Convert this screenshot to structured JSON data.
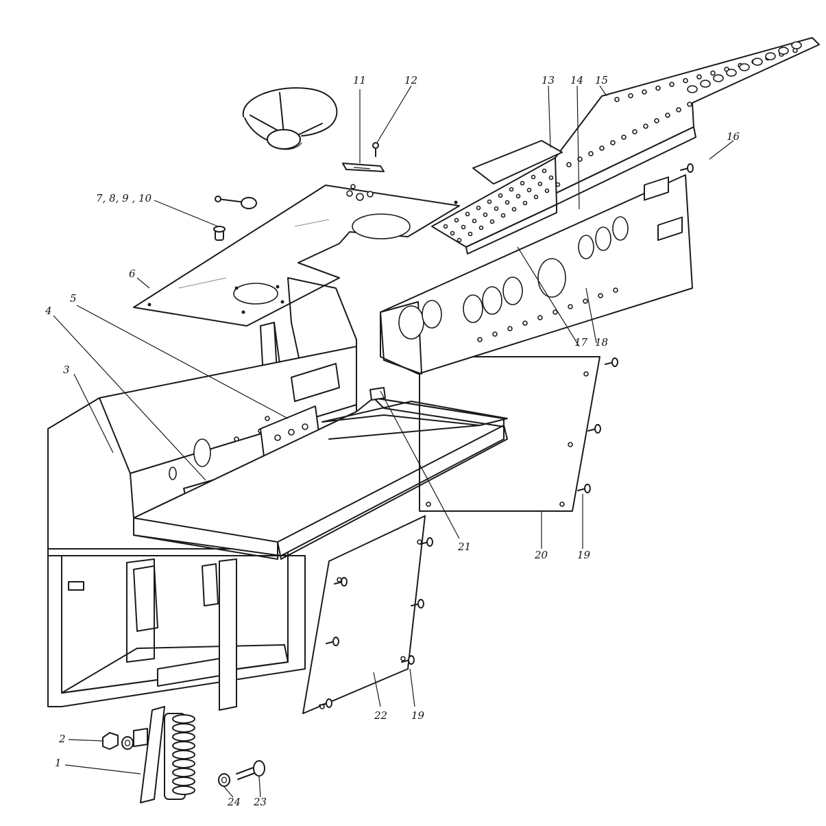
{
  "labels": [
    {
      "id": "1",
      "text": "1"
    },
    {
      "id": "2",
      "text": "2"
    },
    {
      "id": "3",
      "text": "3"
    },
    {
      "id": "4",
      "text": "4"
    },
    {
      "id": "5",
      "text": "5"
    },
    {
      "id": "6",
      "text": "6"
    },
    {
      "id": "7-10",
      "text": "7, 8, 9 , 10"
    },
    {
      "id": "11",
      "text": "11"
    },
    {
      "id": "12",
      "text": "12"
    },
    {
      "id": "13",
      "text": "13"
    },
    {
      "id": "14",
      "text": "14"
    },
    {
      "id": "15",
      "text": "15"
    },
    {
      "id": "16",
      "text": "16"
    },
    {
      "id": "17",
      "text": "17"
    },
    {
      "id": "18",
      "text": "18"
    },
    {
      "id": "19a",
      "text": "19"
    },
    {
      "id": "19b",
      "text": "19"
    },
    {
      "id": "20",
      "text": "20"
    },
    {
      "id": "21",
      "text": "21"
    },
    {
      "id": "22",
      "text": "22"
    },
    {
      "id": "23",
      "text": "23"
    },
    {
      "id": "24",
      "text": "24"
    }
  ]
}
